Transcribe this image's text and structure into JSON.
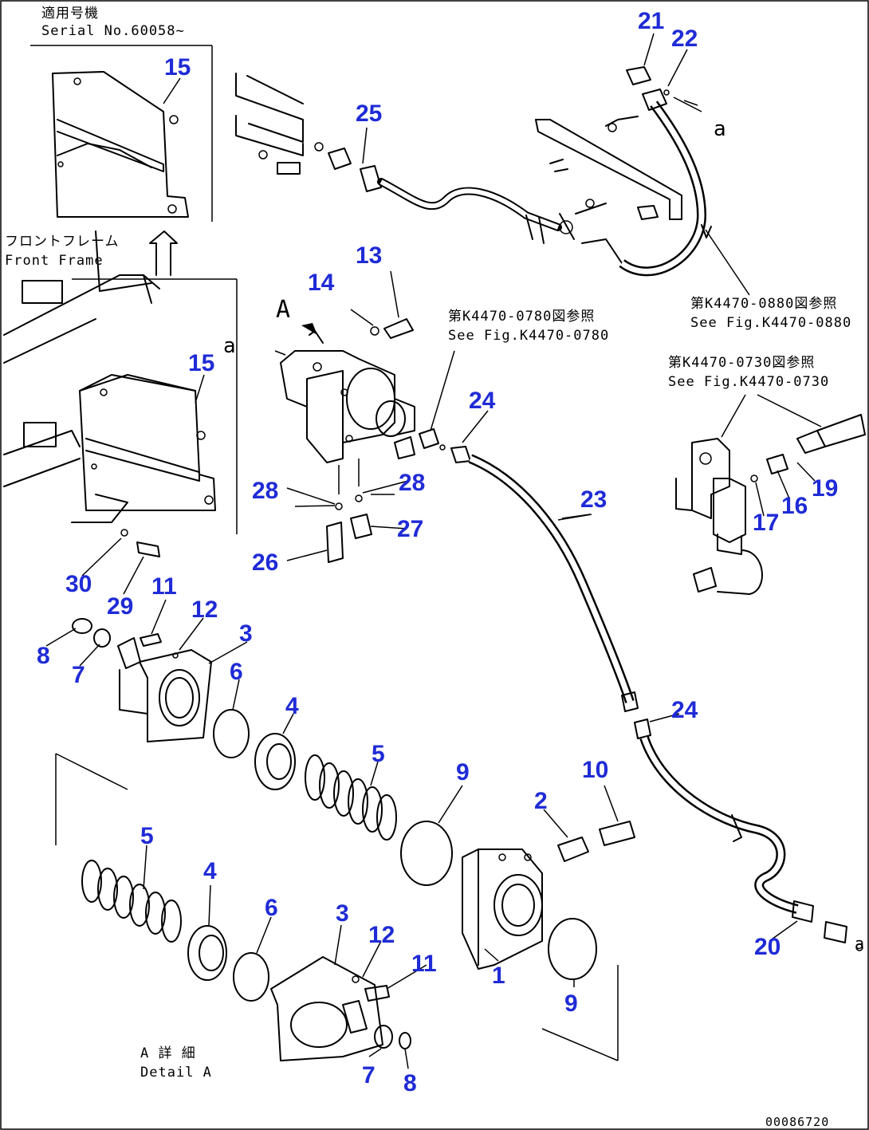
{
  "notes": {
    "serial_jp": "適用号機",
    "serial_en": "Serial No.60058~",
    "front_frame_jp": "フロントフレーム",
    "front_frame_en": "Front Frame",
    "see_0780_jp": "第K4470-0780図参照",
    "see_0780_en": "See Fig.K4470-0780",
    "see_0880_jp": "第K4470-0880図参照",
    "see_0880_en": "See Fig.K4470-0880",
    "see_0730_jp": "第K4470-0730図参照",
    "see_0730_en": "See Fig.K4470-0730",
    "detail_jp": "A 詳 細",
    "detail_en": "Detail A",
    "view_a": "A",
    "conn_a1": "a",
    "conn_a2": "a",
    "conn_a3": "a",
    "drawing_no": "00086720"
  },
  "callouts": [
    {
      "id": "c21",
      "label": "21"
    },
    {
      "id": "c22",
      "label": "22"
    },
    {
      "id": "c15a",
      "label": "15"
    },
    {
      "id": "c25",
      "label": "25"
    },
    {
      "id": "c13",
      "label": "13"
    },
    {
      "id": "c14",
      "label": "14"
    },
    {
      "id": "c15b",
      "label": "15"
    },
    {
      "id": "c24a",
      "label": "24"
    },
    {
      "id": "c28a",
      "label": "28"
    },
    {
      "id": "c28b",
      "label": "28"
    },
    {
      "id": "c23",
      "label": "23"
    },
    {
      "id": "c19",
      "label": "19"
    },
    {
      "id": "c16",
      "label": "16"
    },
    {
      "id": "c17",
      "label": "17"
    },
    {
      "id": "c27",
      "label": "27"
    },
    {
      "id": "c26",
      "label": "26"
    },
    {
      "id": "c30",
      "label": "30"
    },
    {
      "id": "c11a",
      "label": "11"
    },
    {
      "id": "c12a",
      "label": "12"
    },
    {
      "id": "c29",
      "label": "29"
    },
    {
      "id": "c3a",
      "label": "3"
    },
    {
      "id": "c8a",
      "label": "8"
    },
    {
      "id": "c7a",
      "label": "7"
    },
    {
      "id": "c6a",
      "label": "6"
    },
    {
      "id": "c4a",
      "label": "4"
    },
    {
      "id": "c24b",
      "label": "24"
    },
    {
      "id": "c5a",
      "label": "5"
    },
    {
      "id": "c9a",
      "label": "9"
    },
    {
      "id": "c10",
      "label": "10"
    },
    {
      "id": "c2",
      "label": "2"
    },
    {
      "id": "c5b",
      "label": "5"
    },
    {
      "id": "c4b",
      "label": "4"
    },
    {
      "id": "c6b",
      "label": "6"
    },
    {
      "id": "c3b",
      "label": "3"
    },
    {
      "id": "c12b",
      "label": "12"
    },
    {
      "id": "c11b",
      "label": "11"
    },
    {
      "id": "c1",
      "label": "1"
    },
    {
      "id": "c20",
      "label": "20"
    },
    {
      "id": "c9b",
      "label": "9"
    },
    {
      "id": "c7b",
      "label": "7"
    },
    {
      "id": "c8b",
      "label": "8"
    }
  ]
}
